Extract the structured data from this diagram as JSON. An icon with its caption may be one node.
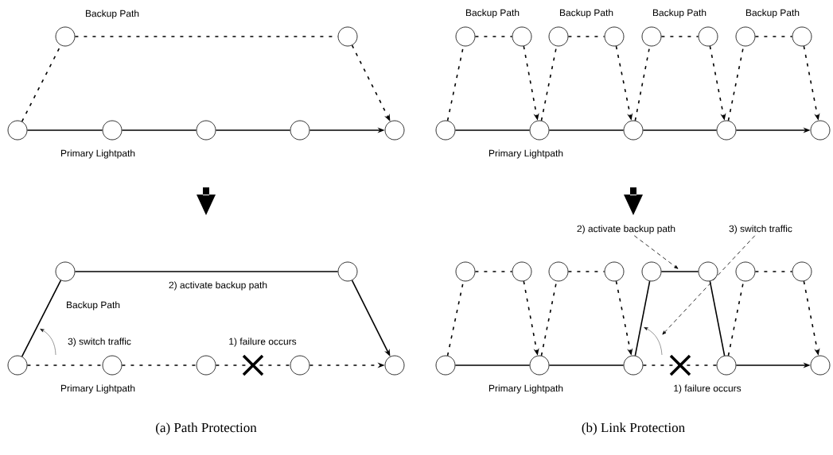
{
  "diagram": {
    "nodes": [
      {
        "text": [],
        "shape": "circle"
      },
      {
        "text": [],
        "shape": "circle"
      },
      {
        "text": [],
        "shape": "circle"
      },
      {
        "text": [],
        "shape": "circle"
      },
      {
        "text": [],
        "shape": "circle"
      },
      {
        "text": [],
        "shape": "circle"
      },
      {
        "text": [],
        "shape": "circle"
      },
      {
        "text": [],
        "shape": "circle"
      },
      {
        "text": [],
        "shape": "circle"
      },
      {
        "text": [],
        "shape": "circle"
      },
      {
        "text": [],
        "shape": "circle"
      },
      {
        "text": [],
        "shape": "circle"
      },
      {
        "text": [],
        "shape": "circle"
      },
      {
        "text": [],
        "shape": "circle"
      },
      {
        "text": [],
        "shape": "circle"
      },
      {
        "text": [],
        "shape": "circle"
      },
      {
        "text": [],
        "shape": "circle"
      },
      {
        "text": [],
        "shape": "circle"
      },
      {
        "text": [],
        "shape": "circle"
      },
      {
        "text": [],
        "shape": "circle"
      },
      {
        "text": [],
        "shape": "circle"
      },
      {
        "text": [],
        "shape": "circle"
      },
      {
        "text": [],
        "shape": "circle"
      },
      {
        "text": [],
        "shape": "circle"
      },
      {
        "text": [],
        "shape": "circle"
      },
      {
        "text": [],
        "shape": "circle"
      },
      {
        "text": [],
        "shape": "circle"
      },
      {
        "text": [],
        "shape": "circle"
      },
      {
        "text": [],
        "shape": "circle"
      },
      {
        "text": [],
        "shape": "circle"
      },
      {
        "text": [],
        "shape": "circle"
      },
      {
        "text": [],
        "shape": "circle"
      },
      {
        "text": [],
        "shape": "circle"
      },
      {
        "text": [],
        "shape": "circle"
      },
      {
        "text": [],
        "shape": "circle"
      },
      {
        "text": [],
        "shape": "circle"
      },
      {
        "text": [],
        "shape": "circle"
      },
      {
        "text": [],
        "shape": "circle"
      },
      {
        "text": [],
        "shape": "circle"
      },
      {
        "text": [],
        "shape": "circle"
      },
      {
        "text": [
          "2) activate backup path"
        ]
      },
      {
        "text": [
          "3) switch traffic"
        ]
      }
    ],
    "edges": [
      {
        "from": 0,
        "to": 1,
        "arrow": "none"
      },
      {
        "from": 1,
        "to": 2,
        "arrow": "none"
      },
      {
        "from": 2,
        "to": 3,
        "arrow": "none"
      },
      {
        "from": 3,
        "to": 4,
        "arrow": "to"
      },
      {
        "from": 0,
        "to": 5,
        "arrow": "none",
        "style": "dashed"
      },
      {
        "from": 5,
        "to": 6,
        "arrow": "none",
        "style": "dashed"
      },
      {
        "from": 6,
        "to": 4,
        "arrow": "to",
        "style": "dashed"
      },
      {
        "from": 7,
        "to": 8,
        "arrow": "none",
        "style": "dashed"
      },
      {
        "from": 8,
        "to": 9,
        "arrow": "none",
        "style": "dashed"
      },
      {
        "from": 9,
        "to": 10,
        "arrow": "none",
        "style": "dashed"
      },
      {
        "from": 10,
        "to": 11,
        "arrow": "to",
        "style": "dashed"
      },
      {
        "from": 7,
        "to": 12,
        "arrow": "none"
      },
      {
        "from": 12,
        "to": 13,
        "arrow": "none"
      },
      {
        "from": 13,
        "to": 11,
        "arrow": "to"
      },
      {
        "from": 14,
        "to": 15,
        "arrow": "none"
      },
      {
        "from": 15,
        "to": 16,
        "arrow": "none"
      },
      {
        "from": 16,
        "to": 17,
        "arrow": "none"
      },
      {
        "from": 17,
        "to": 18,
        "arrow": "to"
      },
      {
        "from": 14,
        "to": 19,
        "arrow": "none",
        "style": "dashed"
      },
      {
        "from": 19,
        "to": 20,
        "arrow": "none",
        "style": "dashed"
      },
      {
        "from": 20,
        "to": 15,
        "arrow": "to",
        "style": "dashed"
      },
      {
        "from": 15,
        "to": 21,
        "arrow": "none",
        "style": "dashed"
      },
      {
        "from": 21,
        "to": 22,
        "arrow": "none",
        "style": "dashed"
      },
      {
        "from": 22,
        "to": 16,
        "arrow": "to",
        "style": "dashed"
      },
      {
        "from": 16,
        "to": 23,
        "arrow": "none",
        "style": "dashed"
      },
      {
        "from": 23,
        "to": 24,
        "arrow": "none",
        "style": "dashed"
      },
      {
        "from": 24,
        "to": 17,
        "arrow": "to",
        "style": "dashed"
      },
      {
        "from": 17,
        "to": 25,
        "arrow": "none",
        "style": "dashed"
      },
      {
        "from": 25,
        "to": 26,
        "arrow": "none",
        "style": "dashed"
      },
      {
        "from": 26,
        "to": 18,
        "arrow": "to",
        "style": "dashed"
      },
      {
        "from": 27,
        "to": 28,
        "arrow": "none"
      },
      {
        "from": 28,
        "to": 29,
        "arrow": "none"
      },
      {
        "from": 29,
        "to": 30,
        "arrow": "none",
        "style": "dashed"
      },
      {
        "from": 30,
        "to": 31,
        "arrow": "to"
      },
      {
        "from": 27,
        "to": 32,
        "arrow": "none",
        "style": "dashed"
      },
      {
        "from": 32,
        "to": 33,
        "arrow": "none",
        "style": "dashed"
      },
      {
        "from": 33,
        "to": 28,
        "arrow": "to",
        "style": "dashed"
      },
      {
        "from": 28,
        "to": 34,
        "arrow": "none",
        "style": "dashed"
      },
      {
        "from": 34,
        "to": 35,
        "arrow": "none",
        "style": "dashed"
      },
      {
        "from": 35,
        "to": 29,
        "arrow": "to",
        "style": "dashed"
      },
      {
        "from": 29,
        "to": 36,
        "arrow": "none"
      },
      {
        "from": 36,
        "to": 37,
        "arrow": "none"
      },
      {
        "from": 37,
        "to": 30,
        "arrow": "none"
      },
      {
        "from": 30,
        "to": 38,
        "arrow": "none",
        "style": "dashed"
      },
      {
        "from": 38,
        "to": 39,
        "arrow": "none",
        "style": "dashed"
      },
      {
        "from": 39,
        "to": 31,
        "arrow": "to",
        "style": "dashed"
      },
      {
        "from": 40,
        "to": null,
        "arrow": "to",
        "style": "dashed"
      },
      {
        "from": 41,
        "to": null,
        "arrow": "to",
        "style": "dashed"
      }
    ],
    "labels": [
      "Backup Path",
      "Backup Path",
      "Backup Path",
      "Backup Path",
      "Backup Path",
      "Primary Lightpath",
      "Primary Lightpath",
      "2) activate backup path",
      "Backup Path",
      "3) switch traffic",
      "1) failure occurs",
      "Primary Lightpath",
      "Primary Lightpath",
      "1) failure occurs",
      "(a) Path Protection",
      "(b) Link Protection"
    ]
  }
}
